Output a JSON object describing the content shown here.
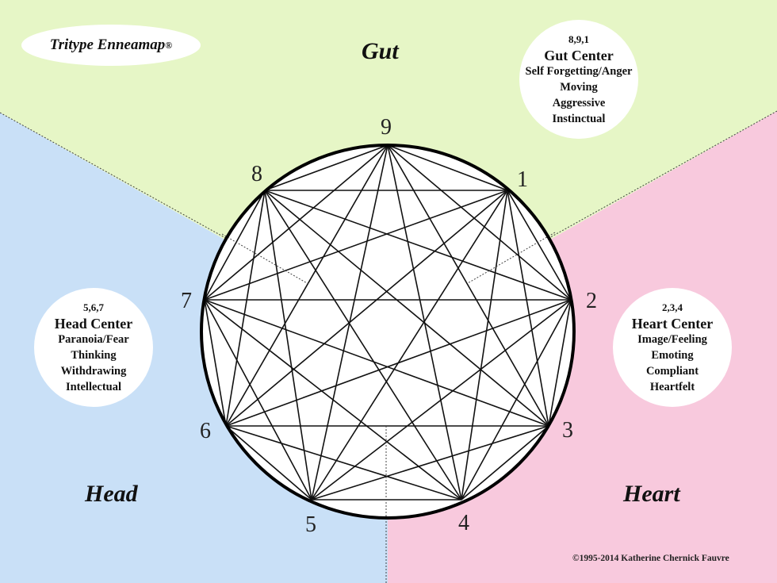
{
  "logo": {
    "text": "Tritype Enneamap",
    "mark": "®"
  },
  "regions": {
    "gut": {
      "label": "Gut",
      "color": "#e6f6c6"
    },
    "head": {
      "label": "Head",
      "color": "#c9e0f7"
    },
    "heart": {
      "label": "Heart",
      "color": "#f8c9dd"
    }
  },
  "info": {
    "gut": {
      "nums": "8,9,1",
      "title": "Gut Center",
      "lines": [
        "Self Forgetting/Anger",
        "Moving",
        "Aggressive",
        "Instinctual"
      ]
    },
    "head": {
      "nums": "5,6,7",
      "title": "Head Center",
      "lines": [
        "Paranoia/Fear",
        "Thinking",
        "Withdrawing",
        "Intellectual"
      ]
    },
    "heart": {
      "nums": "2,3,4",
      "title": "Heart Center",
      "lines": [
        "Image/Feeling",
        "Emoting",
        "Compliant",
        "Heartfelt"
      ]
    }
  },
  "points": [
    "9",
    "1",
    "2",
    "3",
    "4",
    "5",
    "6",
    "7",
    "8"
  ],
  "copyright": "©1995-2014 Katherine Chernick Fauvre"
}
